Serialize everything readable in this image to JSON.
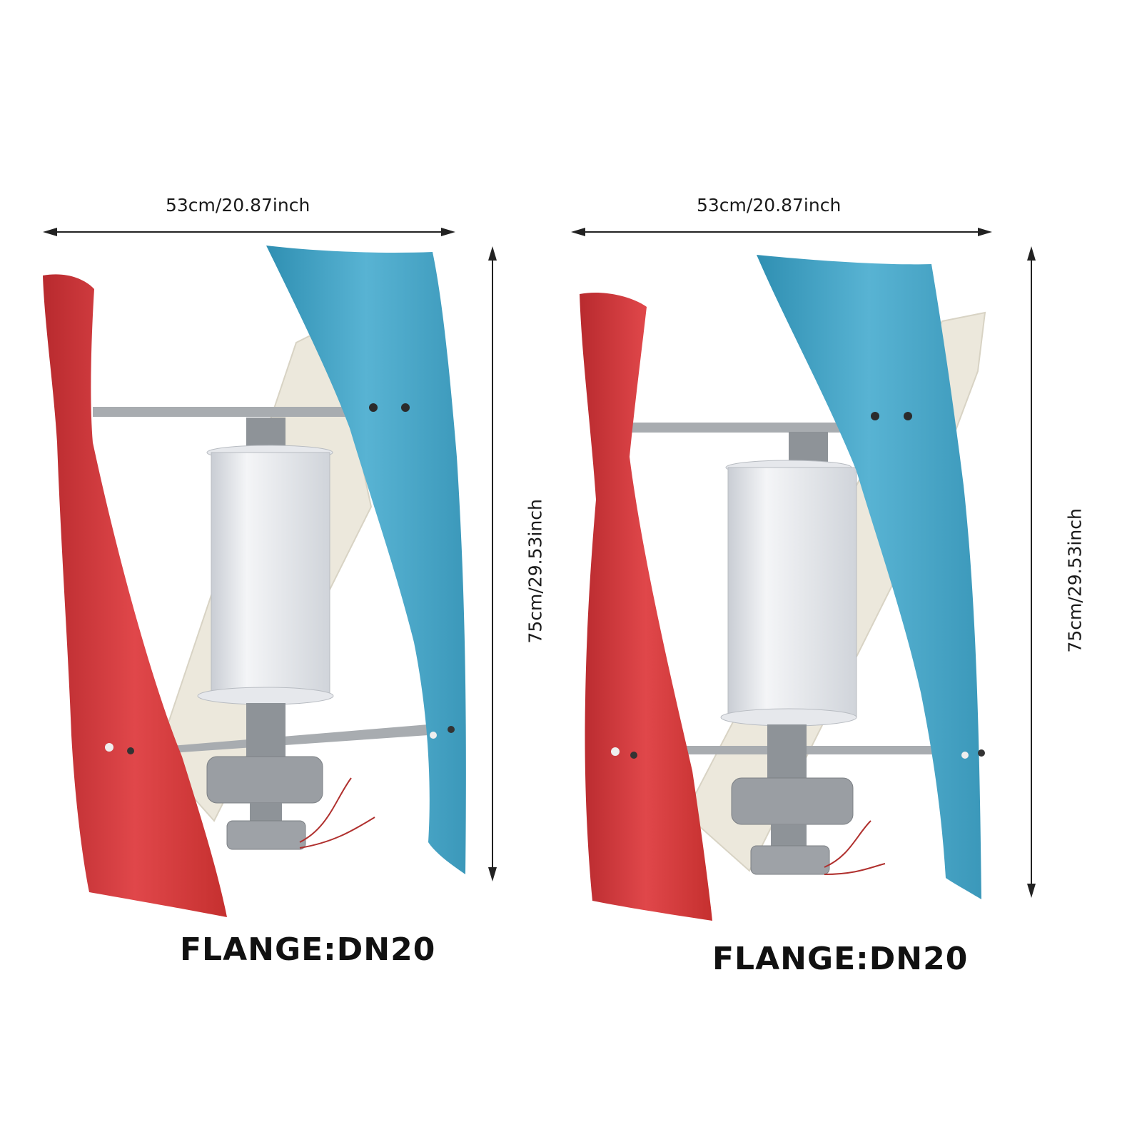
{
  "product_images": [
    {
      "width_label": "53cm/20.87inch",
      "height_label": "75cm/29.53inch",
      "flange_label": "FLANGE:DN20"
    },
    {
      "width_label": "53cm/20.87inch",
      "height_label": "75cm/29.53inch",
      "flange_label": "FLANGE:DN20"
    }
  ],
  "colors": {
    "red_blade": "#d93a3a",
    "blue_blade": "#4ba6c8",
    "cream_blade": "#ece8dc",
    "metal": "#a8acb0",
    "dimension_line": "#222222"
  }
}
